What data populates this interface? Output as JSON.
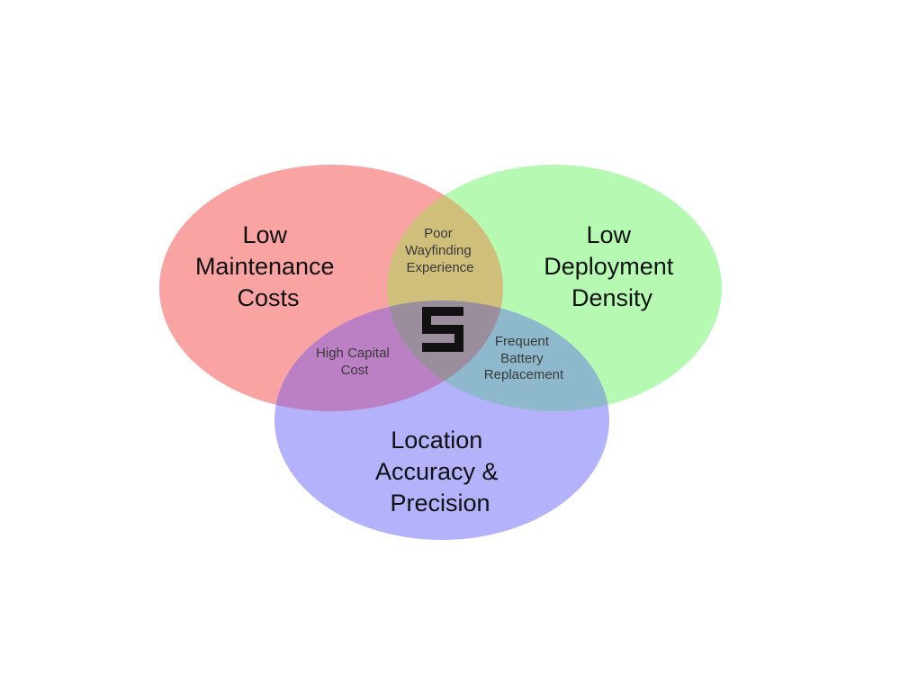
{
  "venn": {
    "sets": [
      {
        "key": "maintenance",
        "lines": [
          "Low",
          "Maintenance",
          "Costs"
        ],
        "color": "#f9a4a3"
      },
      {
        "key": "deployment",
        "lines": [
          "Low",
          "Deployment",
          "Density"
        ],
        "color": "#b5f9b3"
      },
      {
        "key": "location",
        "lines": [
          "Location",
          "Accuracy &",
          "Precision"
        ],
        "color": "#b4b2fb"
      }
    ],
    "intersections": {
      "maintenance_deployment": [
        "Poor",
        "Wayfinding",
        "Experience"
      ],
      "maintenance_location": [
        "High Capital",
        "Cost"
      ],
      "deployment_location": [
        "Frequent",
        "Battery",
        "Replacement"
      ]
    },
    "overlap_colors": {
      "maintenance_deployment": "#cfbf7a",
      "maintenance_location": "#bb80c4",
      "deployment_location": "#8eb8cc",
      "center": "#9a8e9c"
    },
    "center_logo": {
      "icon": "s-logo-icon",
      "color": "#111111"
    }
  }
}
